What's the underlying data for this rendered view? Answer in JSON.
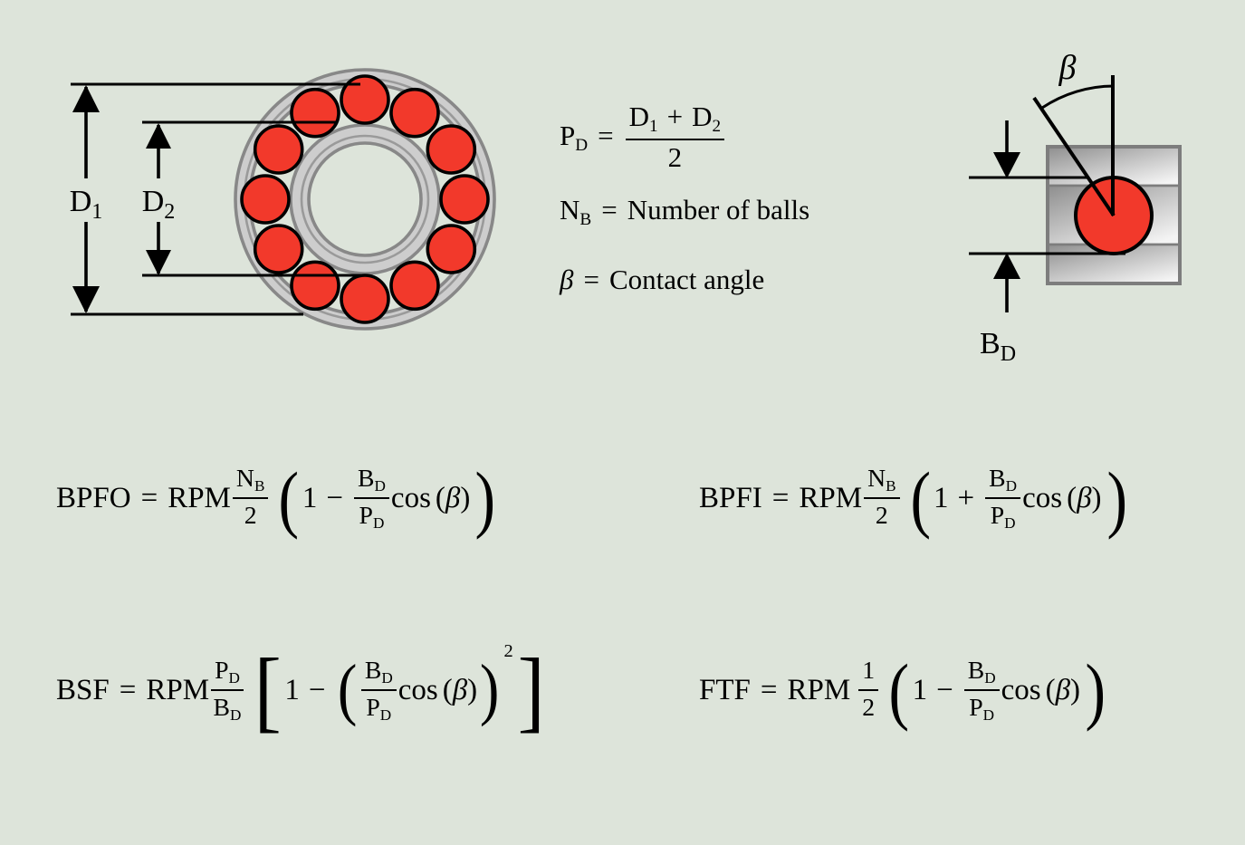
{
  "colors": {
    "background": "#dde4da",
    "ball_red": "#f2392b",
    "ink": "#000000",
    "ring_fill": "#cdcdcd",
    "ring_stroke": "#888888",
    "groove_stroke": "#9a9a9a",
    "block_stroke": "#7d7d7d",
    "band_dark": "#8e8e8e",
    "band_light": "#f4f4f4"
  },
  "bearing_diagram": {
    "num_balls": 12,
    "d1_label": {
      "base": "D",
      "sub": "1"
    },
    "d2_label": {
      "base": "D",
      "sub": "2"
    }
  },
  "ball_diagram": {
    "beta_label": "β",
    "bd_label": {
      "base": "B",
      "sub": "D"
    }
  },
  "definitions": {
    "pd": {
      "lhs_base": "P",
      "lhs_sub": "D",
      "eq": "=",
      "num_t1_base": "D",
      "num_t1_sub": "1",
      "num_op": "+",
      "num_t2_base": "D",
      "num_t2_sub": "2",
      "den": "2"
    },
    "nb": {
      "lhs_base": "N",
      "lhs_sub": "B",
      "eq": "=",
      "rhs": "Number of balls"
    },
    "beta": {
      "lhs": "β",
      "eq": "=",
      "rhs": "Contact angle"
    }
  },
  "formulas": {
    "bpfo": {
      "lhs": "BPFO",
      "eq": "=",
      "coef": "RPM",
      "f1": {
        "num_base": "N",
        "num_sub": "B",
        "den_base": "2",
        "den_sub": ""
      },
      "open": "(",
      "one": "1",
      "op": "−",
      "f2": {
        "num_base": "B",
        "num_sub": "D",
        "den_base": "P",
        "den_sub": "D"
      },
      "cos": "cos",
      "lp": "(",
      "beta": "β",
      "rp": ")",
      "close": ")"
    },
    "bpfi": {
      "lhs": "BPFI",
      "eq": "=",
      "coef": "RPM",
      "f1": {
        "num_base": "N",
        "num_sub": "B",
        "den_base": "2",
        "den_sub": ""
      },
      "open": "(",
      "one": "1",
      "op": "+",
      "f2": {
        "num_base": "B",
        "num_sub": "D",
        "den_base": "P",
        "den_sub": "D"
      },
      "cos": "cos",
      "lp": "(",
      "beta": "β",
      "rp": ")",
      "close": ")"
    },
    "bsf": {
      "lhs": "BSF",
      "eq": "=",
      "coef": "RPM",
      "f1": {
        "num_base": "P",
        "num_sub": "D",
        "den_base": "B",
        "den_sub": "D"
      },
      "obracket": "[",
      "one": "1",
      "op": "−",
      "open": "(",
      "f2": {
        "num_base": "B",
        "num_sub": "D",
        "den_base": "P",
        "den_sub": "D"
      },
      "cos": "cos",
      "lp": "(",
      "beta": "β",
      "rp": ")",
      "close": ")",
      "exp": "2",
      "cbracket": "]"
    },
    "ftf": {
      "lhs": "FTF",
      "eq": "=",
      "coef": "RPM",
      "f1": {
        "num_base": "1",
        "num_sub": "",
        "den_base": "2",
        "den_sub": ""
      },
      "open": "(",
      "one": "1",
      "op": "−",
      "f2": {
        "num_base": "B",
        "num_sub": "D",
        "den_base": "P",
        "den_sub": "D"
      },
      "cos": "cos",
      "lp": "(",
      "beta": "β",
      "rp": ")",
      "close": ")"
    }
  }
}
